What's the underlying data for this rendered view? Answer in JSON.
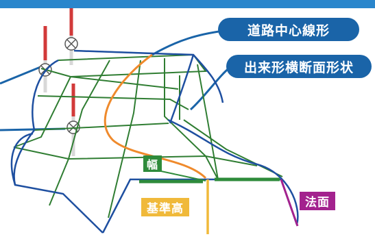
{
  "labels": {
    "road_alignment": "道路中心線形",
    "cross_section": "出来形横断面形状",
    "width": "幅",
    "base_height": "基準高",
    "slope": "法面"
  },
  "colors": {
    "header_band": "#2a86cc",
    "label_blue": "#1a64a8",
    "outline_blue": "#1e4fa0",
    "mesh_green": "#2f7d32",
    "centerline_orange": "#ef8a2c",
    "width_green": "#2e8b3b",
    "base_yellow": "#f0b93a",
    "slope_magenta": "#a3228e",
    "pole_red": "#d23a3a"
  }
}
